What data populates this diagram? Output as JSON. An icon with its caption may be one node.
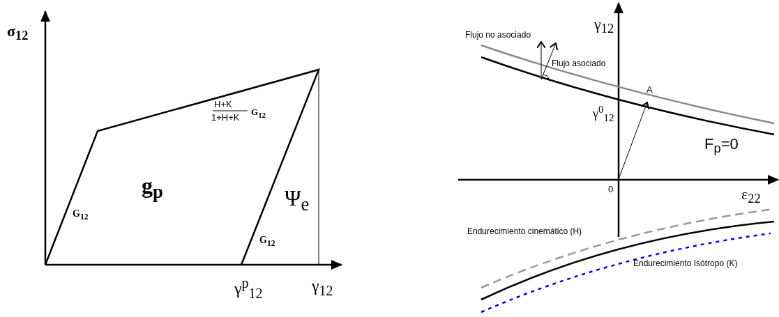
{
  "diagram": {
    "labels": [
      "σ$_{12}$",
      "H+K",
      "1+H+K",
      "G$_{12}$",
      "g$_{p}$",
      "G$_{12}$",
      "Ψ$_{e}$",
      "G$_{12}$",
      "γ$^{p}$$_{12}$",
      "γ$_{12}$",
      "γ$_{12}$",
      "Flujo no asociado",
      "Flujo asociado",
      "A",
      "γ$^{0}$$_{12}$",
      "F$_{p}$=0",
      "0",
      "ε$_{22}$",
      "Endurecimiento cinemático (H)",
      "Endurecimiento Isótropo  (K)"
    ]
  }
}
